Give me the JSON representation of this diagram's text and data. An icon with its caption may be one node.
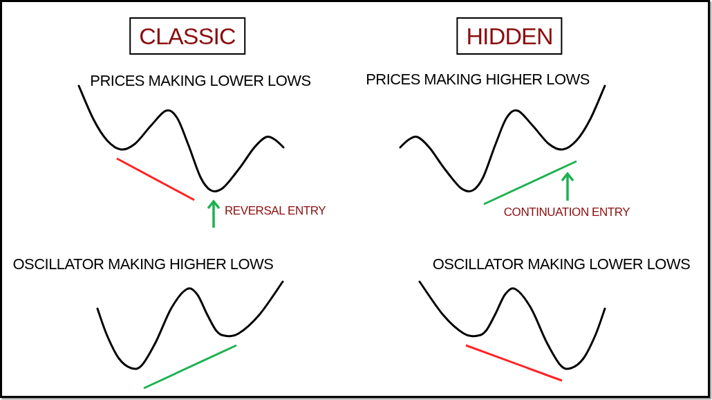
{
  "diagram": {
    "nodes": [
      {
        "text": [
          "CLASSIC"
        ]
      },
      {
        "text": [
          "HIDDEN"
        ]
      }
    ],
    "labels": [
      "PRICES MAKING LOWER LOWS",
      "PRICES MAKING HIGHER LOWS",
      "REVERSAL ENTRY",
      "CONTINUATION ENTRY",
      "OSCILLATOR MAKING HIGHER LOWS",
      "OSCILLATOR MAKING LOWER LOWS"
    ]
  }
}
